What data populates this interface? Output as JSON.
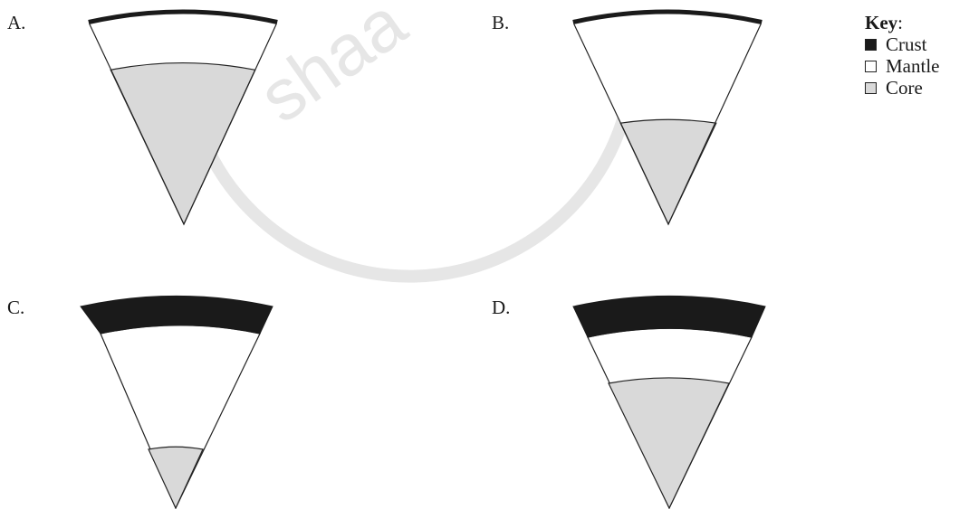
{
  "options": [
    {
      "label": "A."
    },
    {
      "label": "B."
    },
    {
      "label": "C."
    },
    {
      "label": "D."
    }
  ],
  "key": {
    "title": "Key",
    "colon": ":",
    "items": [
      {
        "label": "Crust",
        "color": "#1a1a1a"
      },
      {
        "label": "Mantle",
        "color": "#ffffff"
      },
      {
        "label": "Core",
        "color": "#d9d9d9"
      }
    ]
  },
  "watermark": {
    "text": "shaa"
  },
  "colors": {
    "crust": "#1a1a1a",
    "mantle": "#ffffff",
    "core": "#d9d9d9",
    "outline": "#222222",
    "watermark": "#e6e6e6"
  }
}
